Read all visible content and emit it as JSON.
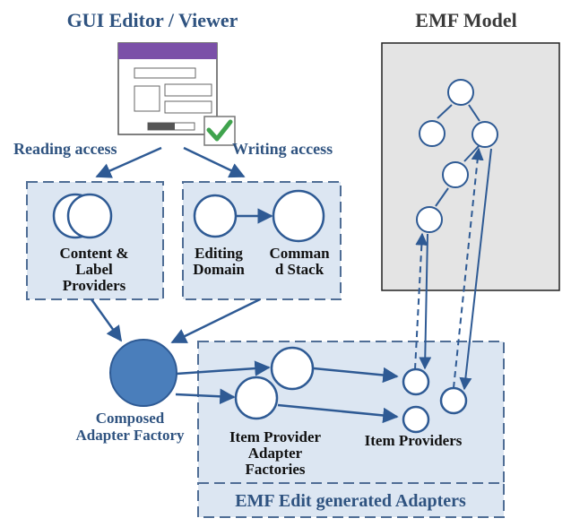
{
  "titles": {
    "gui": "GUI Editor / Viewer",
    "emf_model": "EMF Model"
  },
  "access": {
    "reading": "Reading access",
    "writing": "Writing access"
  },
  "boxes": {
    "content_label": [
      "Content &",
      "Label",
      "Providers"
    ],
    "editing_domain": [
      "Editing",
      "Domain"
    ],
    "command_stack": [
      "Comman",
      "d Stack"
    ]
  },
  "composed": [
    "Composed",
    "Adapter Factory"
  ],
  "generated": {
    "item_provider_factories": [
      "Item Provider",
      "Adapter",
      "Factories"
    ],
    "item_providers": "Item Providers",
    "footer": "EMF Edit generated Adapters"
  },
  "colors": {
    "title_blue": "#2f5380",
    "box_fill": "#dce6f2",
    "box_border": "#4f6d95",
    "node_stroke": "#2e5a94",
    "composed_fill": "#4a7ebb",
    "model_fill": "#e4e4e4",
    "window_purple": "#7b50a8",
    "check_green": "#3fa34d"
  },
  "icons": [
    "editor-window-icon",
    "checkmark-icon"
  ]
}
